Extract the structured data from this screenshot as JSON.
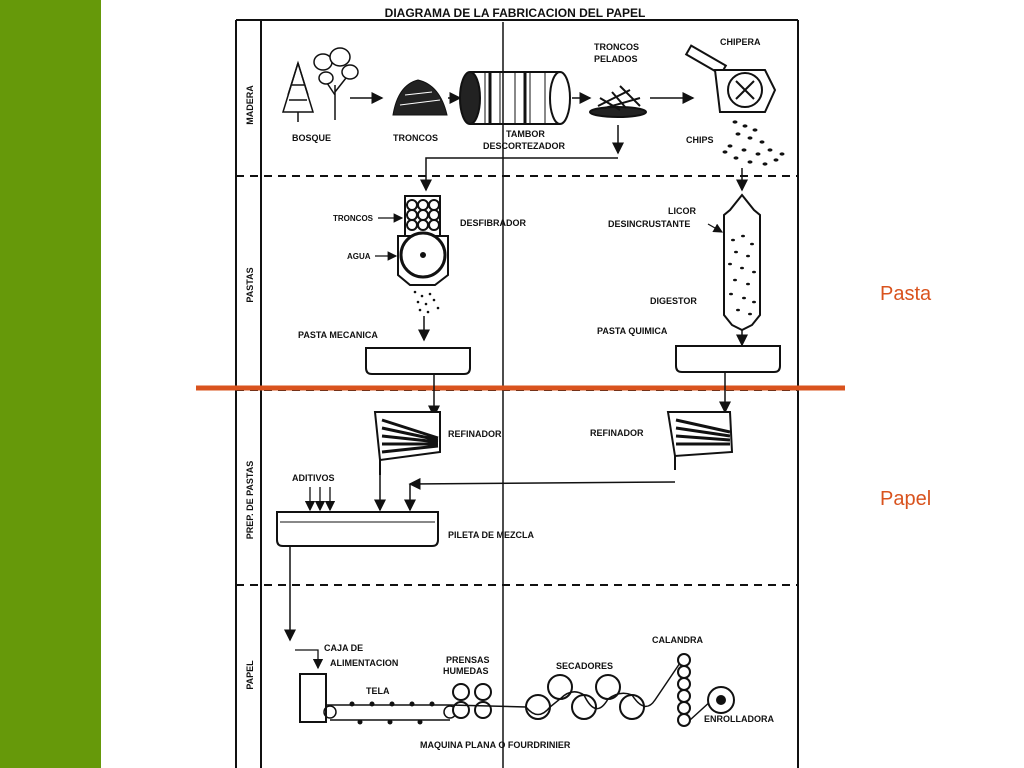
{
  "title": "DIAGRAMA DE LA FABRICACION DEL PAPEL",
  "sections": {
    "madera": "MADERA",
    "pastas": "PASTAS",
    "prep": "PREP. DE PASTAS",
    "papel": "PAPEL"
  },
  "madera": {
    "bosque": "BOSQUE",
    "troncos": "TRONCOS",
    "tambor_1": "TAMBOR",
    "tambor_2": "DESCORTEZADOR",
    "troncos_pelados_1": "TRONCOS",
    "troncos_pelados_2": "PELADOS",
    "chipera": "CHIPERA",
    "chips": "CHIPS"
  },
  "pastas": {
    "troncos": "TRONCOS",
    "desfibrador": "DESFIBRADOR",
    "agua": "AGUA",
    "pasta_mecanica": "PASTA MECANICA",
    "licor_1": "LICOR",
    "licor_2": "DESINCRUSTANTE",
    "digestor": "DIGESTOR",
    "pasta_quimica": "PASTA QUIMICA"
  },
  "prep": {
    "refinador_left": "REFINADOR",
    "refinador_right": "REFINADOR",
    "aditivos": "ADITIVOS",
    "pileta": "PILETA DE MEZCLA"
  },
  "papel": {
    "caja_1": "CAJA DE",
    "caja_2": "ALIMENTACION",
    "tela": "TELA",
    "prensas_1": "PRENSAS",
    "prensas_2": "HUMEDAS",
    "secadores": "SECADORES",
    "calandra": "CALANDRA",
    "enrolladora": "ENROLLADORA",
    "maquina": "MAQUINA PLANA O FOURDRINIER"
  },
  "annotations": {
    "pasta": "Pasta",
    "papel": "Papel"
  },
  "colors": {
    "sidebar": "#66990a",
    "divider": "#d9531e",
    "ink": "#111111"
  }
}
